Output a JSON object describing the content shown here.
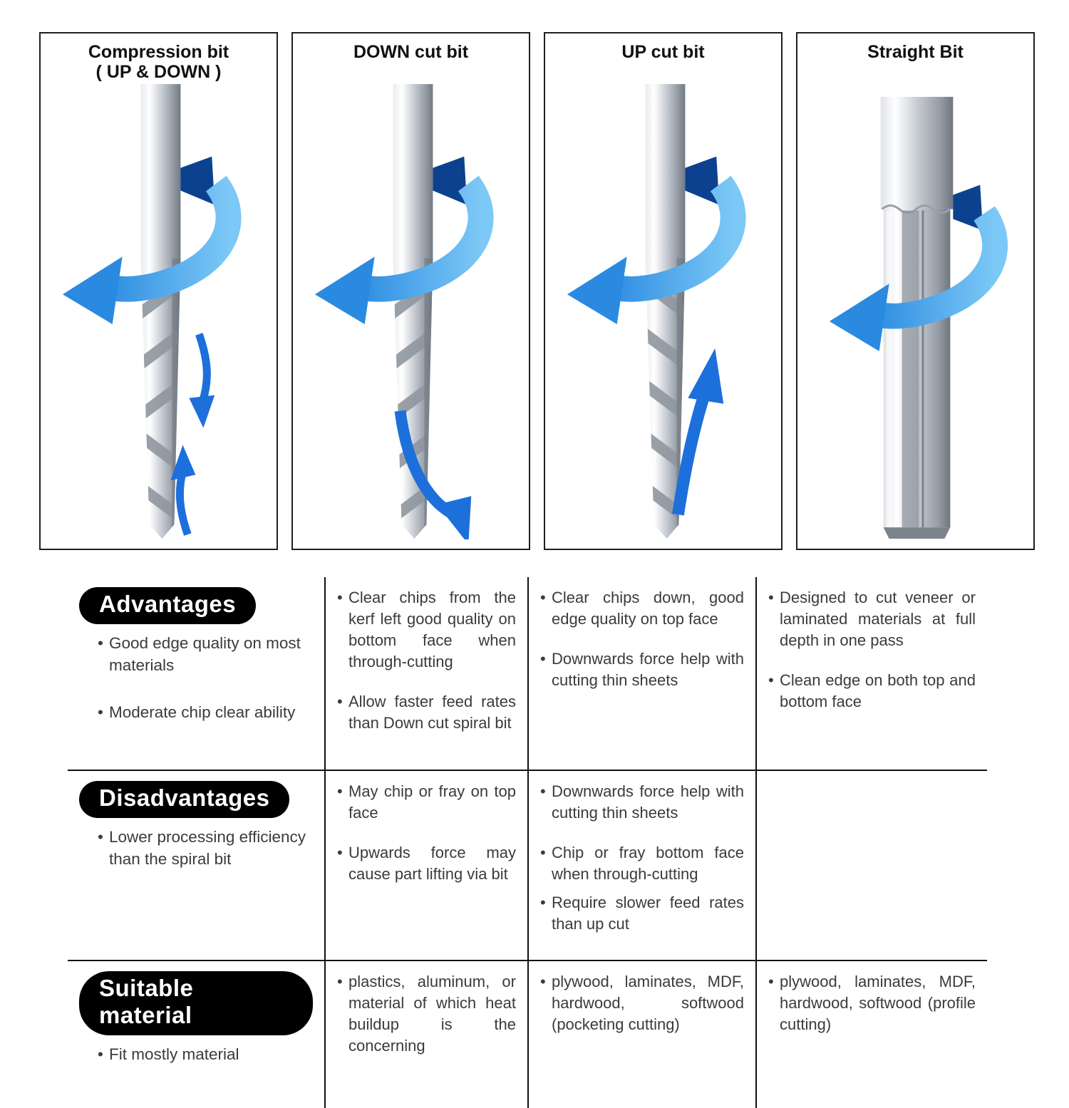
{
  "sections": {
    "advantages": "Advantages",
    "disadvantages": "Disadvantages",
    "materials": "Suitable material"
  },
  "columns": [
    {
      "title": "Compression bit",
      "subtitle": "( UP & DOWN )",
      "advantages": [
        "Good edge quality  on most materials",
        "Moderate chip clear ability"
      ],
      "disadvantages": [
        "Lower processing efficiency than the spiral bit"
      ],
      "materials": [
        "Fit mostly material"
      ]
    },
    {
      "title": "DOWN cut bit",
      "subtitle": "",
      "advantages": [
        "Clear chips from the kerf left good quality on bottom face when through-cutting",
        "Allow faster feed rates than Down cut spiral bit"
      ],
      "disadvantages": [
        "May chip or fray on top face",
        "Upwards force may cause part lifting via bit"
      ],
      "materials": [
        "plastics, aluminum, or material of which heat buildup is the concerning"
      ]
    },
    {
      "title": "UP cut bit",
      "subtitle": "",
      "advantages": [
        "Clear chips down, good edge quality on top face",
        "Downwards force help with cutting thin sheets"
      ],
      "disadvantages": [
        "Downwards force help with cutting thin sheets",
        "Chip or fray bottom face when through-cutting",
        "Require slower feed rates than up cut"
      ],
      "materials": [
        "plywood, laminates, MDF, hardwood, softwood (pocketing cutting)"
      ]
    },
    {
      "title": "Straight Bit",
      "subtitle": "",
      "advantages": [
        "Designed to cut veneer or laminated materials at full depth in one pass",
        "Clean edge on both top and bottom face"
      ],
      "disadvantages": [],
      "materials": [
        "plywood, laminates, MDF, hardwood, softwood (profile cutting)"
      ]
    }
  ],
  "colors": {
    "arrow_blue_dark": "#0c418f",
    "arrow_blue_mid": "#2a8ae0",
    "arrow_blue_light": "#7cc8f6",
    "flow_arrow_blue": "#1d6fdb",
    "pill_background": "#000000",
    "pill_text": "#ffffff",
    "table_line": "#111111"
  }
}
